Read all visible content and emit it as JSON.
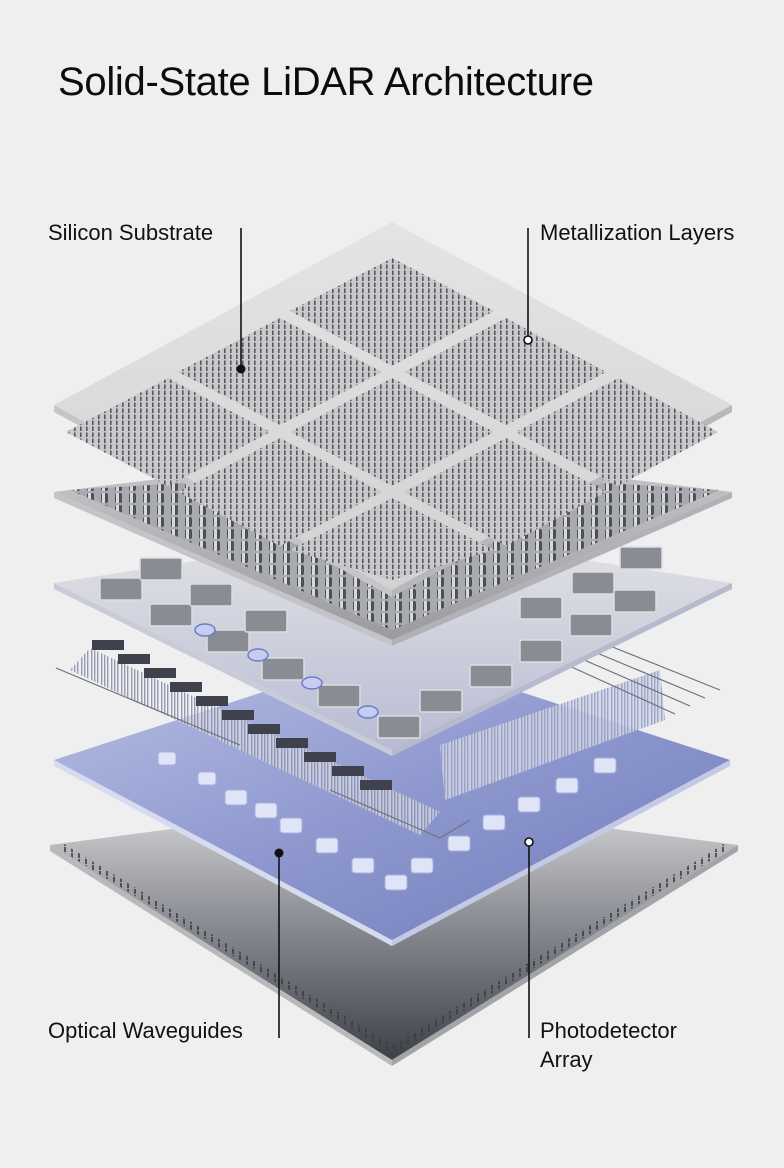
{
  "title": "Solid-State LiDAR Architecture",
  "labels": {
    "silicon_substrate": "Silicon Substrate",
    "metallization_layers": "Metallization Layers",
    "optical_waveguides": "Optical Waveguides",
    "photodetector_line1": "Photodetector",
    "photodetector_line2": "Array"
  },
  "colors": {
    "background": "#efefef",
    "substrate": "#dcdcdc",
    "metal": "#6b6e76",
    "photodetector_blue": "#8e98cc",
    "base_dark": "#4a4c55",
    "leader_line": "#111111"
  }
}
